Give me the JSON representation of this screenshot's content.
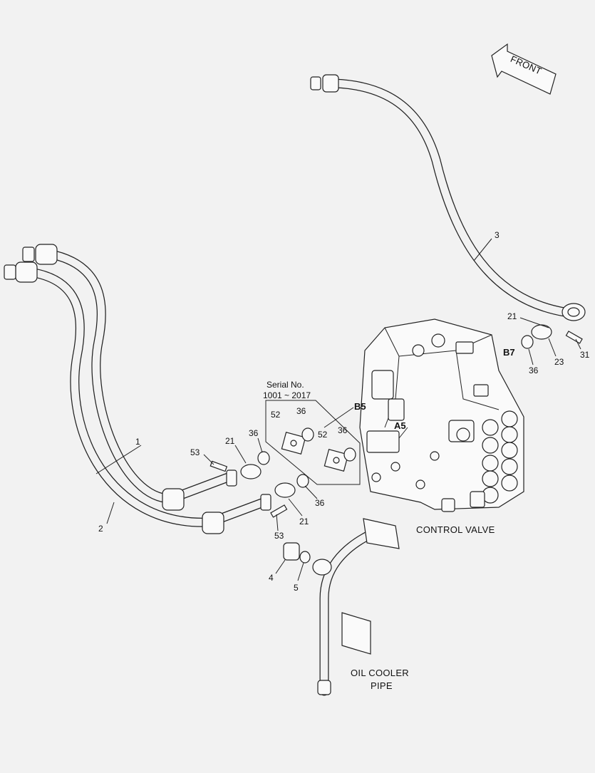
{
  "direction": {
    "label": "FRONT",
    "icon": "front-arrow-icon"
  },
  "captions": {
    "control_valve": "CONTROL VALVE",
    "oil_cooler_line1": "OIL COOLER",
    "oil_cooler_line2": "PIPE"
  },
  "serial_box": {
    "line1": "Serial No.",
    "line2": "1001 ~ 2017"
  },
  "ports": {
    "b5": "B5",
    "a5": "A5",
    "b7": "B7"
  },
  "callouts": {
    "c1": "1",
    "c2": "2",
    "c3": "3",
    "c4": "4",
    "c5": "5",
    "c21_top": "21",
    "c21_mid": "21",
    "c21_low": "21",
    "c23": "23",
    "c31": "31",
    "c36_b7": "36",
    "c36_box_a": "36",
    "c36_box_b": "36",
    "c36_left": "36",
    "c36_low": "36",
    "c52_a": "52",
    "c52_b": "52",
    "c53_top": "53",
    "c53_low": "53"
  }
}
